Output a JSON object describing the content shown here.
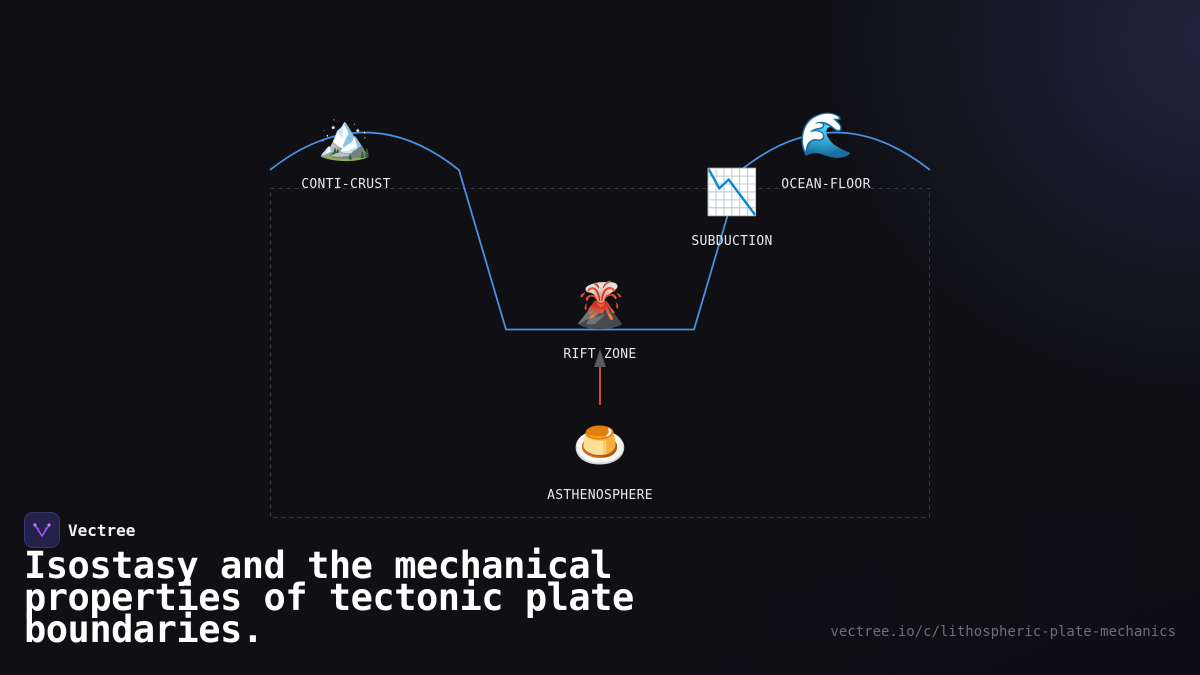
{
  "diagram": {
    "nodes": [
      {
        "id": "conti-crust",
        "label": "CONTI-CRUST",
        "icon": "snow-capped-mountain-icon",
        "glyph": "🏔️"
      },
      {
        "id": "ocean-floor",
        "label": "OCEAN-FLOOR",
        "icon": "water-wave-icon",
        "glyph": "🌊"
      },
      {
        "id": "subduction",
        "label": "SUBDUCTION",
        "icon": "chart-decreasing-icon",
        "glyph": "📉"
      },
      {
        "id": "rift-zone",
        "label": "RIFT ZONE",
        "icon": "volcano-icon",
        "glyph": "🌋"
      },
      {
        "id": "asthenosphere",
        "label": "ASTHENOSPHERE",
        "icon": "custard-icon",
        "glyph": "🍮"
      }
    ],
    "edges": [
      {
        "from": "asthenosphere",
        "to": "rift-zone",
        "color": "#e0533d"
      }
    ],
    "colors": {
      "profile_line": "#4a8fe0",
      "arrow": "#e0533d",
      "bounds": "#3a3a44"
    }
  },
  "brand": {
    "name": "Vectree",
    "logo_color": "#a855f7"
  },
  "title": "Isostasy and the mechanical properties of tectonic plate boundaries.",
  "url": "vectree.io/c/lithospheric-plate-mechanics"
}
